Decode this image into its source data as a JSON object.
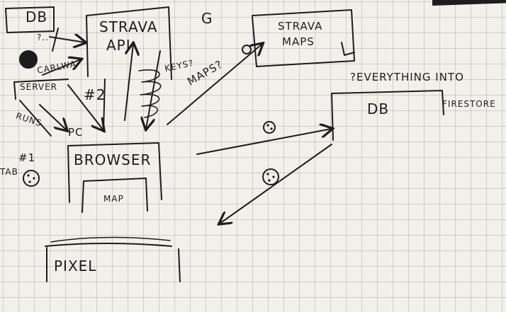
{
  "nodes": {
    "db_top": "DB",
    "strava_api_1": "STRAVA",
    "strava_api_2": "API",
    "strava_maps_1": "STRAVA",
    "strava_maps_2": "MAPS",
    "server": "SERVER",
    "browser": "BROWSER",
    "map": "MAP",
    "db_main": "DB",
    "pixel": "PIXEL"
  },
  "labels": {
    "question_marks": "?..",
    "carlwa": "CARLWA",
    "number_2": "#2",
    "runs": "RUNS",
    "pc": "PC",
    "maps_q": "MAPS?",
    "keys_q": "KEYS?",
    "everything_into": "?EVERYTHING INTO",
    "firestore": "FIRESTORE",
    "number_1": "#1",
    "tab": "TAB",
    "g_symbol": "G"
  }
}
